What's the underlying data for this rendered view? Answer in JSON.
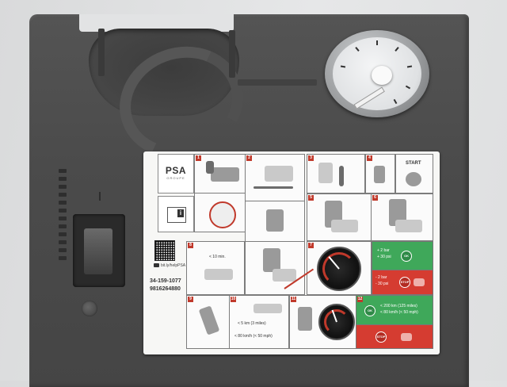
{
  "label": {
    "brand": "PSA",
    "brand_sub": "GROUPE",
    "info_glyph": "i",
    "youtube_handle": "bit.ly/helpPSA",
    "part_code_1": "34-159-1077",
    "part_code_2": "9816264880",
    "step_start": "START",
    "step_8_time": "< 10 min.",
    "step_9_speed_distance": "< 5 km (3 miles)",
    "step_9_speed_limit": "< 80 km/h (< 50 mph)",
    "step_7_pressure_ok_1": "+ 2 bar",
    "step_7_pressure_ok_2": "+ 30 psi",
    "step_7_pressure_low_1": "- 2 bar",
    "step_7_pressure_low_2": "- 30 psi",
    "step_12_ok_1": "< 200 km (125 miles)",
    "step_12_ok_2": "< 80 km/h (< 50 mph)",
    "ok_badge": "OK",
    "stop_badge": "STOP",
    "step_numbers": [
      "1",
      "2",
      "3",
      "4",
      "5",
      "6",
      "7",
      "8",
      "9",
      "10",
      "11",
      "12"
    ],
    "icons": [
      "qr-code-icon",
      "youtube-icon",
      "book-info-icon",
      "gauge-icon",
      "stop-icon",
      "ok-icon",
      "phone-icon"
    ]
  },
  "colors": {
    "ok_green": "#3fa85a",
    "stop_red": "#d53c31",
    "accent_red": "#c0392b",
    "device_body": "#4b4b4b"
  }
}
